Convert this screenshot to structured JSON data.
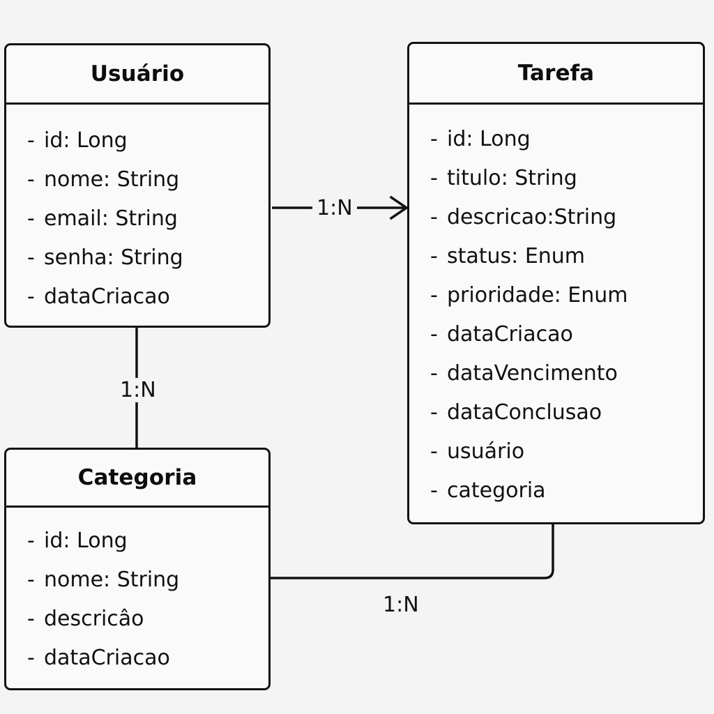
{
  "diagram": {
    "type": "uml-class-diagram",
    "background_color": "#f4f4f4",
    "box_fill_color": "#fafafa",
    "line_color": "#121212",
    "classes": [
      {
        "id": "usuario",
        "name": "Usuário",
        "attributes": [
          "id: Long",
          "nome: String",
          "email: String",
          "senha: String",
          "dataCriacao"
        ]
      },
      {
        "id": "tarefa",
        "name": "Tarefa",
        "attributes": [
          "id: Long",
          "titulo: String",
          "descricao:String",
          "status: Enum",
          "prioridade: Enum",
          "dataCriacao",
          "dataVencimento",
          "dataConclusao",
          "usuário",
          "categoria"
        ]
      },
      {
        "id": "categoria",
        "name": "Categoria",
        "attributes": [
          "id: Long",
          "nome: String",
          "descricâo",
          "dataCriacao"
        ]
      }
    ],
    "relationships": [
      {
        "id": "usuario-tarefa",
        "from": "usuario",
        "to": "tarefa",
        "label": "1:N",
        "arrow": "open-arrow-right"
      },
      {
        "id": "usuario-categoria",
        "from": "usuario",
        "to": "categoria",
        "label": "1:N",
        "arrow": "none"
      },
      {
        "id": "categoria-tarefa",
        "from": "categoria",
        "to": "tarefa",
        "label": "1:N",
        "arrow": "none"
      }
    ],
    "attribute_prefix": "-"
  }
}
